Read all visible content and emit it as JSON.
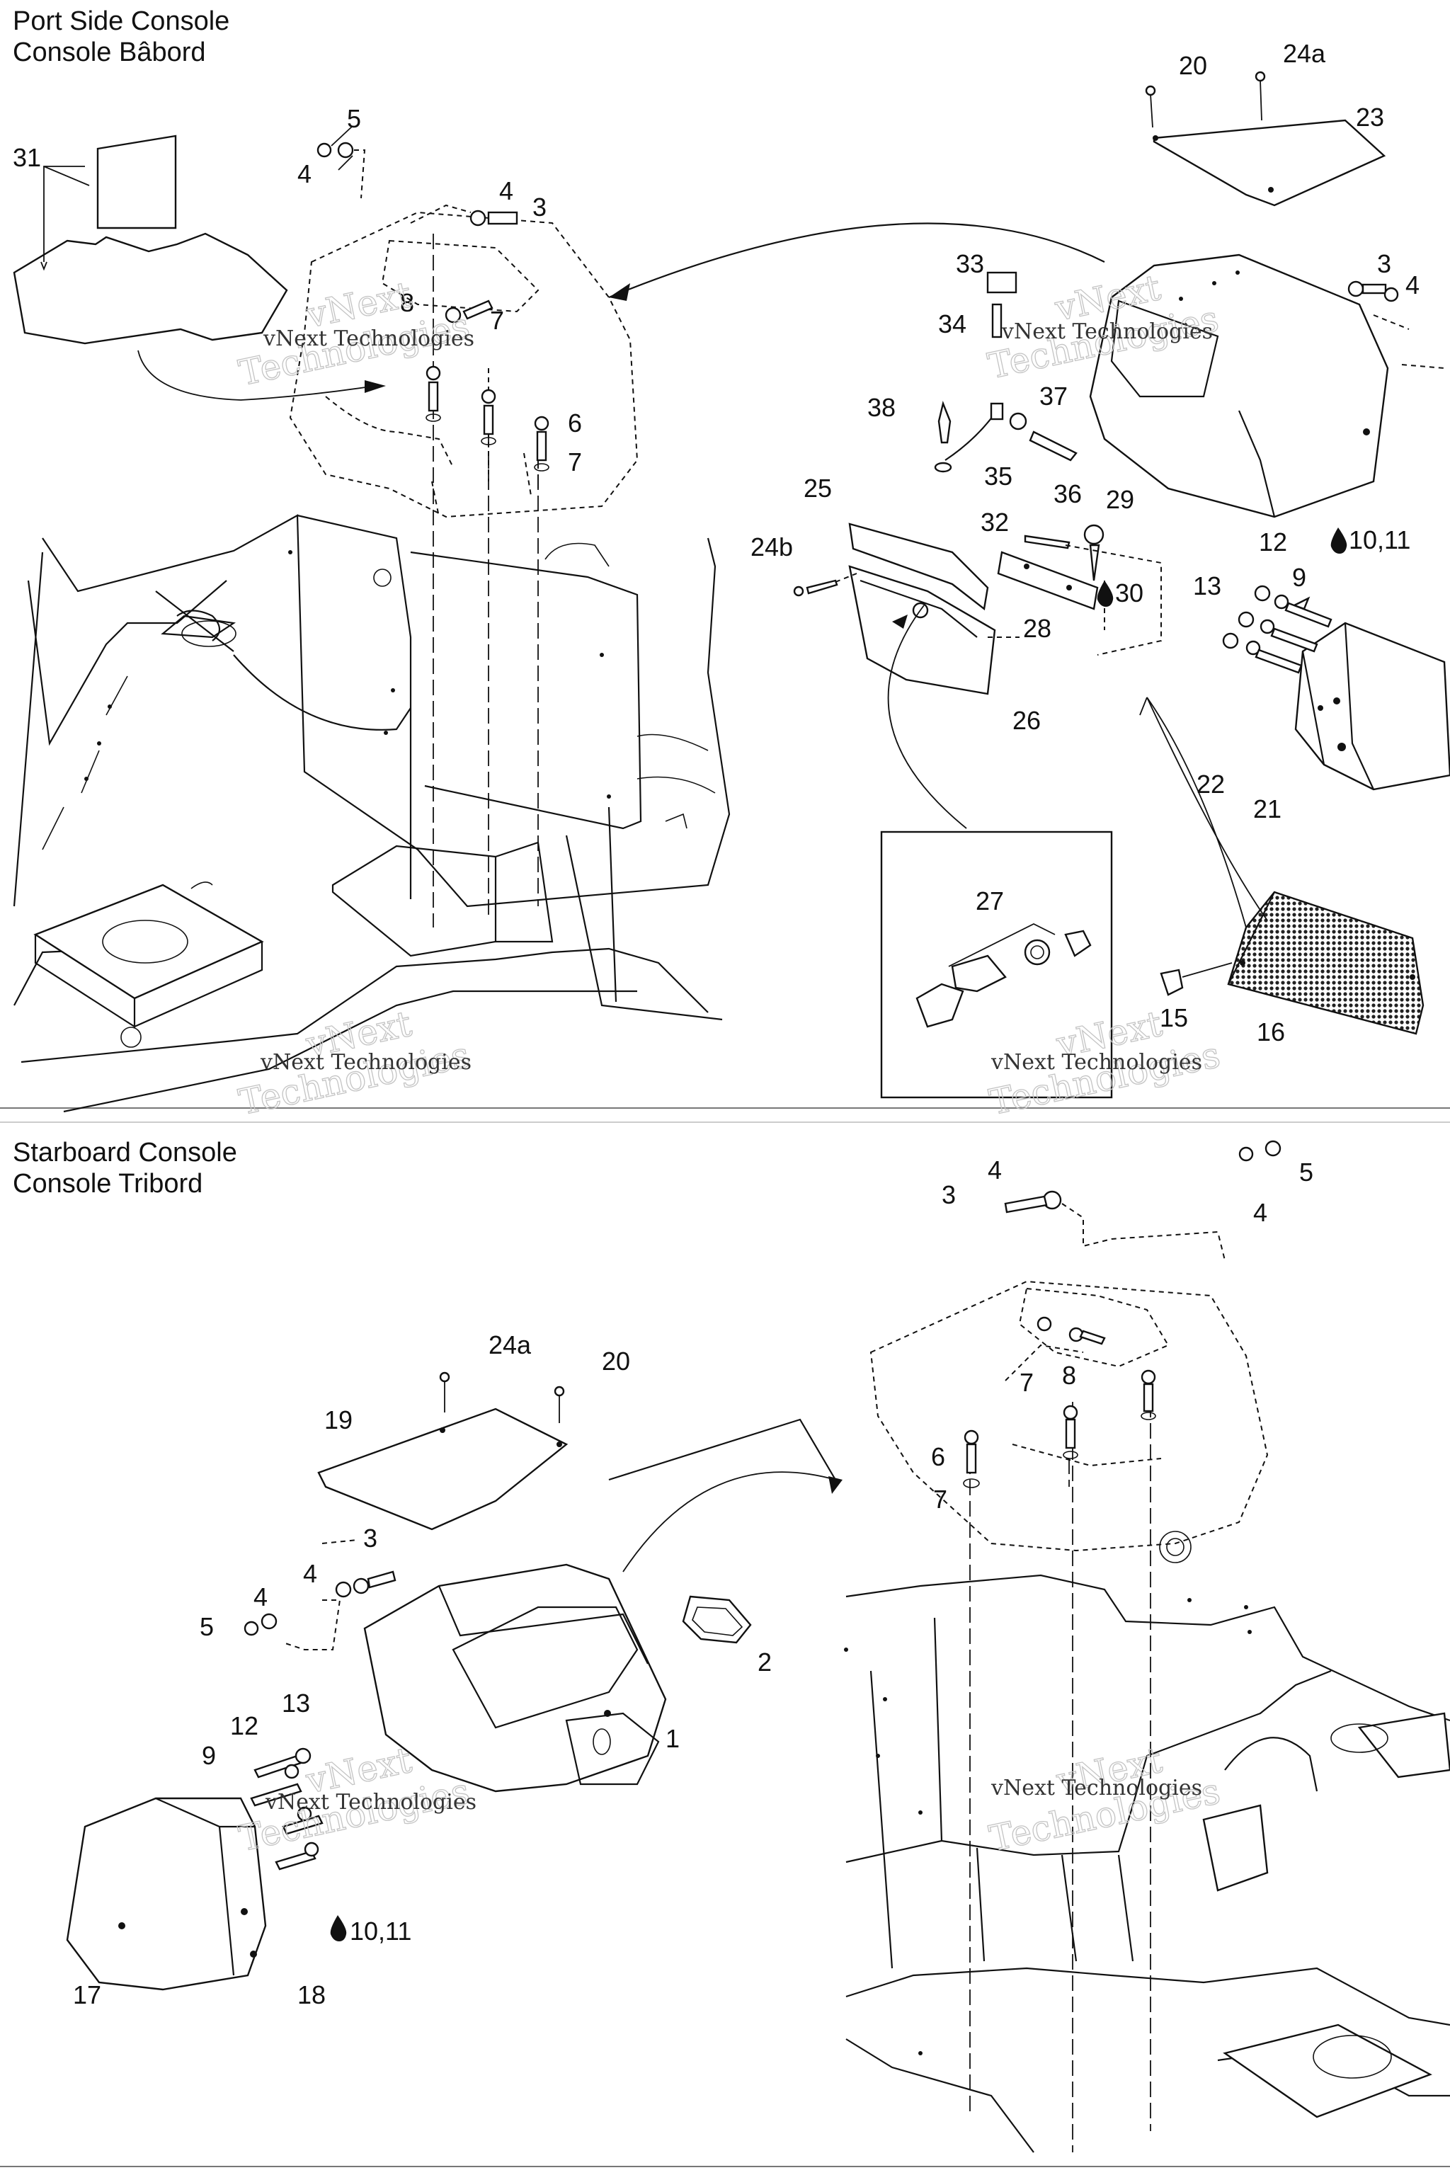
{
  "sections": {
    "port": {
      "title_line1": "Port Side Console",
      "title_line2": "Console Bâbord"
    },
    "starboard": {
      "title_line1": "Starboard Console",
      "title_line2": "Console Tribord"
    }
  },
  "watermark": {
    "line1": "vNext",
    "line2": "Technologies",
    "caption": "vNext Technologies"
  },
  "port_callouts": {
    "c31": "31",
    "c5": "5",
    "c4a": "4",
    "c4b": "4",
    "c3": "3",
    "c8": "8",
    "c7a": "7",
    "c6": "6",
    "c7b": "7",
    "c20": "20",
    "c24a": "24a",
    "c23": "23",
    "c33": "33",
    "c34": "34",
    "c3r": "3",
    "c4r": "4",
    "c38": "38",
    "c37": "37",
    "c35": "35",
    "c36": "36",
    "c25": "25",
    "c29": "29",
    "c32": "32",
    "c24b": "24b",
    "c28": "28",
    "c30": "30",
    "c12": "12",
    "c1011": "10,11",
    "c13": "13",
    "c9": "9",
    "c26": "26",
    "c22": "22",
    "c21": "21",
    "c27": "27",
    "c15": "15",
    "c16": "16"
  },
  "starboard_callouts": {
    "c4a": "4",
    "c3a": "3",
    "c5r": "5",
    "c4r": "4",
    "c7a": "7",
    "c8": "8",
    "c6": "6",
    "c7b": "7",
    "c24a": "24a",
    "c20": "20",
    "c19": "19",
    "c3": "3",
    "c4b": "4",
    "c4c": "4",
    "c5": "5",
    "c2": "2",
    "c1": "1",
    "c13": "13",
    "c12": "12",
    "c9": "9",
    "c1011": "10,11",
    "c17": "17",
    "c18": "18"
  }
}
